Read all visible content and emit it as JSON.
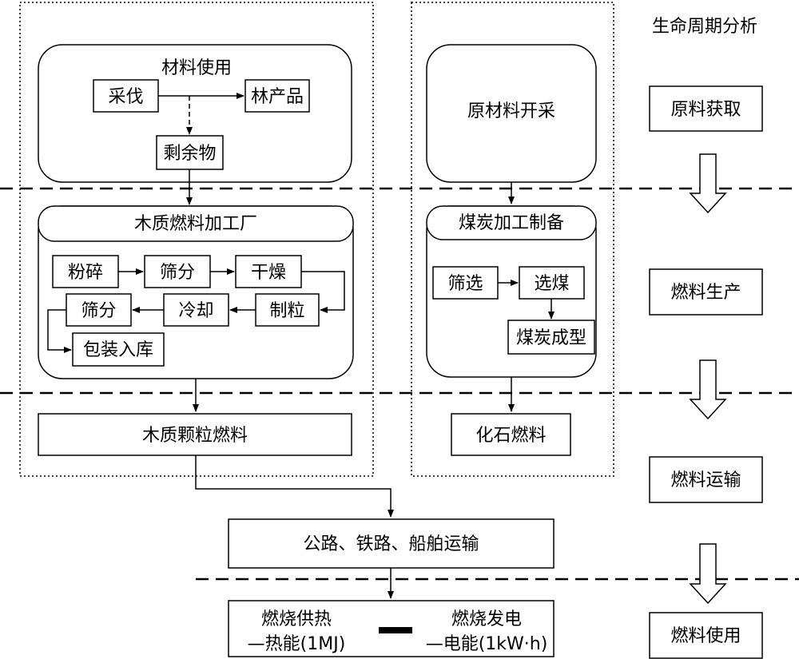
{
  "title": "生命周期分析",
  "stages": {
    "acquisition": "原料获取",
    "production": "燃料生产",
    "transport": "燃料运输",
    "use": "燃料使用"
  },
  "biomass": {
    "material_use": "材料使用",
    "harvest": "采伐",
    "forest_products": "林产品",
    "residues": "剩余物",
    "plant_title": "木质燃料加工厂",
    "crushing": "粉碎",
    "screening_1": "筛分",
    "drying": "干燥",
    "pelletizing": "制粒",
    "cooling": "冷却",
    "screening_2": "筛分",
    "packaging": "包装入库",
    "product": "木质颗粒燃料"
  },
  "coal": {
    "mining": "原材料开采",
    "plant_title": "煤炭加工制备",
    "screening": "筛选",
    "washing": "选煤",
    "forming": "煤炭成型",
    "product": "化石燃料"
  },
  "transport_box": "公路、铁路、船舶运输",
  "use_box": {
    "heat_line1": "燃烧供热",
    "heat_line2": "—热能(1MJ)",
    "power_line1": "燃烧发电",
    "power_line2": "—电能(1kW·h)"
  }
}
